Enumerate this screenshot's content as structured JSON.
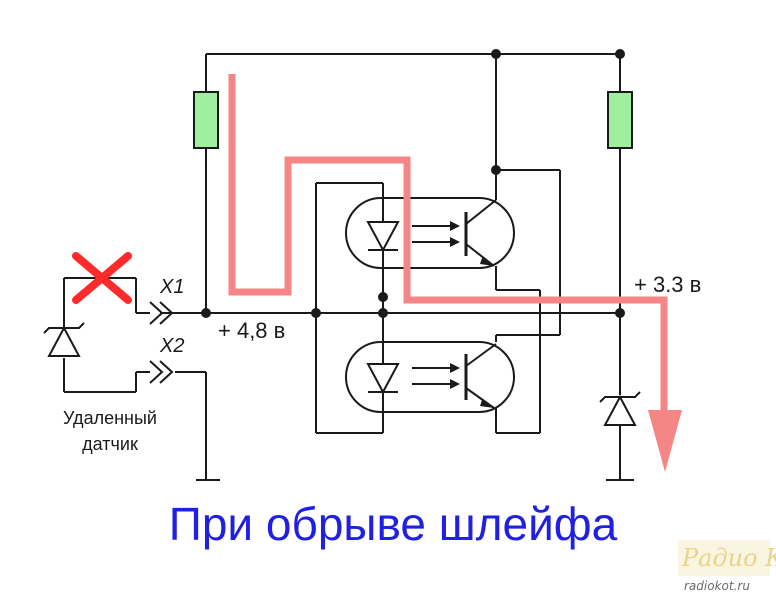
{
  "labels": {
    "x1": "X1",
    "x2": "X2",
    "voltage_left": "+ 4,8 в",
    "voltage_right": "+ 3.3 в",
    "sensor_line1": "Удаленный",
    "sensor_line2": "датчик",
    "caption": "При обрыве шлейфа"
  },
  "watermark": {
    "logo": "Радио КОТ",
    "url": "radiokot.ru"
  },
  "colors": {
    "wire": "#1a1a1a",
    "resistor": "#9ef09e",
    "path_highlight": "#f68585",
    "break_mark": "#ff2a2a",
    "caption": "#1f1fe6"
  }
}
